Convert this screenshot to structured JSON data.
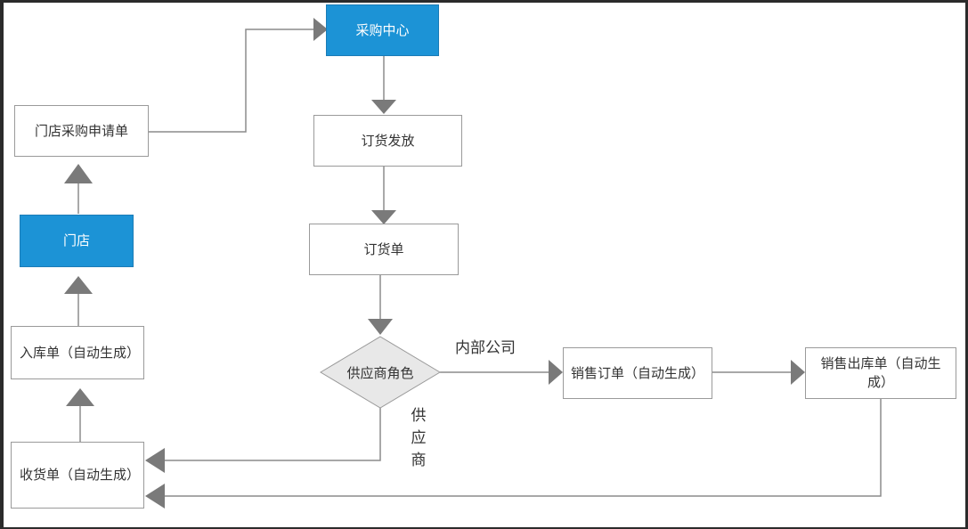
{
  "nodes": {
    "purchase_center": "采购中心",
    "store_request": "门店采购申请单",
    "store": "门店",
    "receipt_in": "入库单（自动生成）",
    "receipt_goods": "收货单（自动生成）",
    "order_release": "订货发放",
    "order_form": "订货单",
    "supplier_role": "供应商角色",
    "sales_order": "销售订单（自动生成）",
    "sales_out": "销售出库单（自动生成）"
  },
  "edge_labels": {
    "internal_company": "内部公司",
    "supplier": "供应商"
  },
  "colors": {
    "accent_blue": "#1c93d6",
    "line": "#8c8c8c",
    "diamond_fill": "#e8e8e8"
  }
}
